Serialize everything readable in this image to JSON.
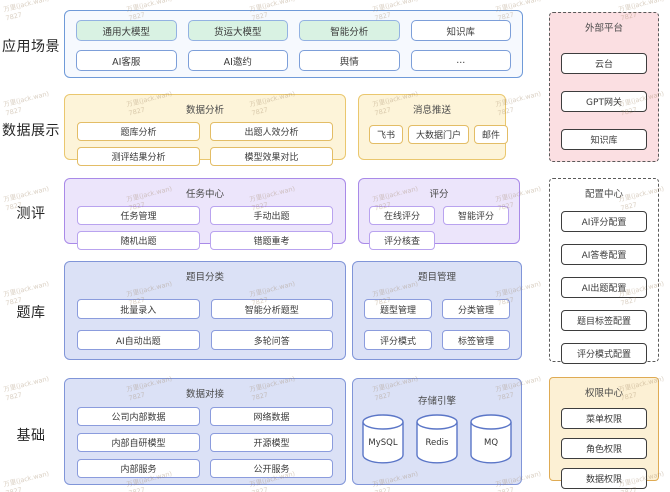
{
  "watermark": {
    "line1": "万里(jack.wan)",
    "line2": "7827"
  },
  "palette": {
    "blue_border": "#6f9ad8",
    "green_fill": "#d9f2e3",
    "yellow_fill": "#fdf4d9",
    "yellow_border": "#eac76e",
    "purple_fill": "#ece5fb",
    "purple_border": "#a98ae8",
    "periwinkle_fill": "#dbe1f6",
    "periwinkle_border": "#8095d8",
    "pink_fill": "#fbdfe2",
    "permission_fill": "#fcf0d4",
    "permission_border": "#dfab54",
    "dark_border": "#3d3d3d"
  },
  "layers": [
    "应用场景",
    "数据展示",
    "测评",
    "题库",
    "基础"
  ],
  "scenarios": {
    "row1": [
      "通用大模型",
      "货运大模型",
      "智能分析",
      "知识库"
    ],
    "row2": [
      "AI客服",
      "AI邀约",
      "舆情",
      "..."
    ]
  },
  "data_analysis": {
    "title": "数据分析",
    "items": [
      "题库分析",
      "出题人效分析",
      "测评结果分析",
      "模型效果对比"
    ]
  },
  "message_push": {
    "title": "消息推送",
    "items": [
      "飞书",
      "大数据门户",
      "邮件"
    ]
  },
  "task_center": {
    "title": "任务中心",
    "items": [
      "任务管理",
      "手动出题",
      "随机出题",
      "错题重考"
    ]
  },
  "scoring": {
    "title": "评分",
    "items": [
      "在线评分",
      "智能评分",
      "评分核查"
    ]
  },
  "question_category": {
    "title": "题目分类",
    "items": [
      "批量录入",
      "智能分析题型",
      "AI自动出题",
      "多轮问答"
    ]
  },
  "question_management": {
    "title": "题目管理",
    "items": [
      "题型管理",
      "分类管理",
      "评分模式",
      "标签管理"
    ]
  },
  "data_integration": {
    "title": "数据对接",
    "items": [
      "公司内部数据",
      "网络数据",
      "内部自研模型",
      "开源模型",
      "内部服务",
      "公开服务"
    ]
  },
  "storage": {
    "title": "存储引擎",
    "items": [
      "MySQL",
      "Redis",
      "MQ"
    ]
  },
  "external_platform": {
    "title": "外部平台",
    "items": [
      "云台",
      "GPT网关",
      "知识库"
    ]
  },
  "config_center": {
    "title": "配置中心",
    "items": [
      "AI评分配置",
      "AI答卷配置",
      "AI出题配置",
      "题目标签配置",
      "评分模式配置"
    ]
  },
  "permission_center": {
    "title": "权限中心",
    "items": [
      "菜单权限",
      "角色权限",
      "数据权限"
    ]
  }
}
